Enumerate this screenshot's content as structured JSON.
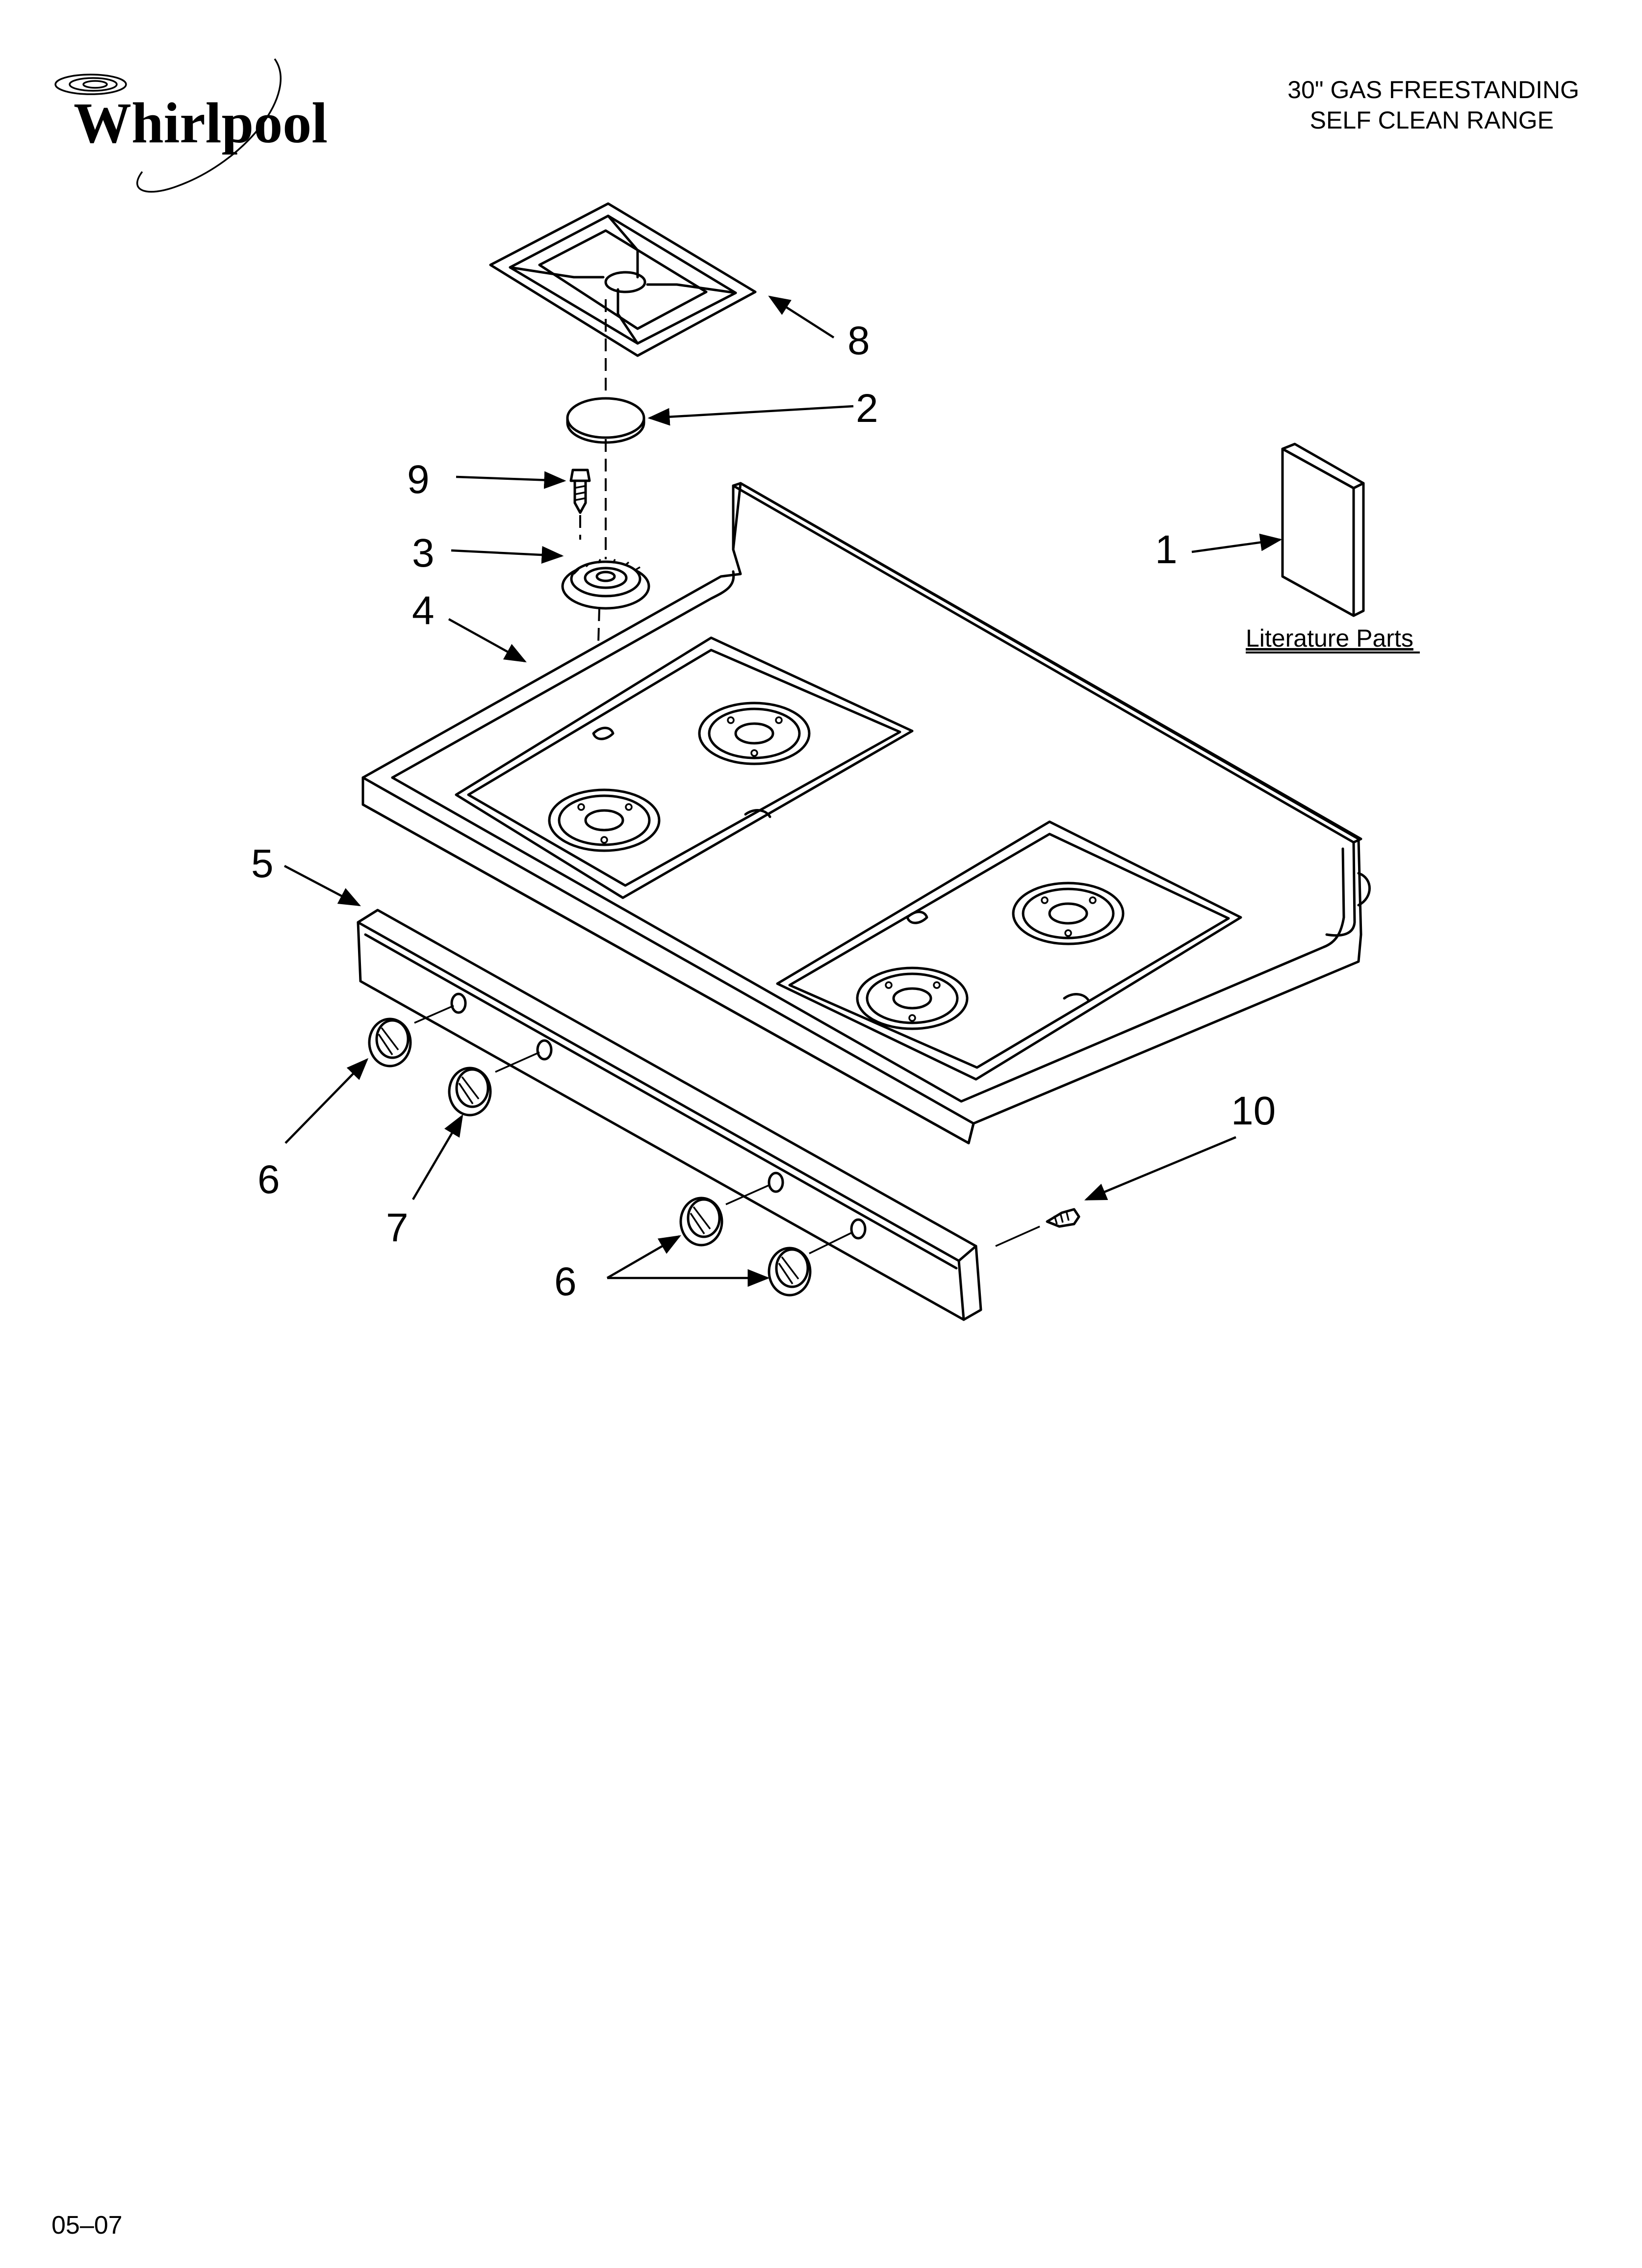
{
  "brand": {
    "logo_text": "Whirlpool"
  },
  "header": {
    "title_line1": "30\" GAS FREESTANDING",
    "title_line2": "SELF CLEAN RANGE"
  },
  "literature": {
    "label": "Literature Parts"
  },
  "callouts": {
    "c1": "1",
    "c2": "2",
    "c3": "3",
    "c4": "4",
    "c5": "5",
    "c6a": "6",
    "c6b": "6",
    "c7": "7",
    "c8": "8",
    "c9": "9",
    "c10": "10"
  },
  "footer": {
    "date_code": "05–07"
  },
  "colors": {
    "ink": "#000000",
    "paper": "#ffffff"
  }
}
